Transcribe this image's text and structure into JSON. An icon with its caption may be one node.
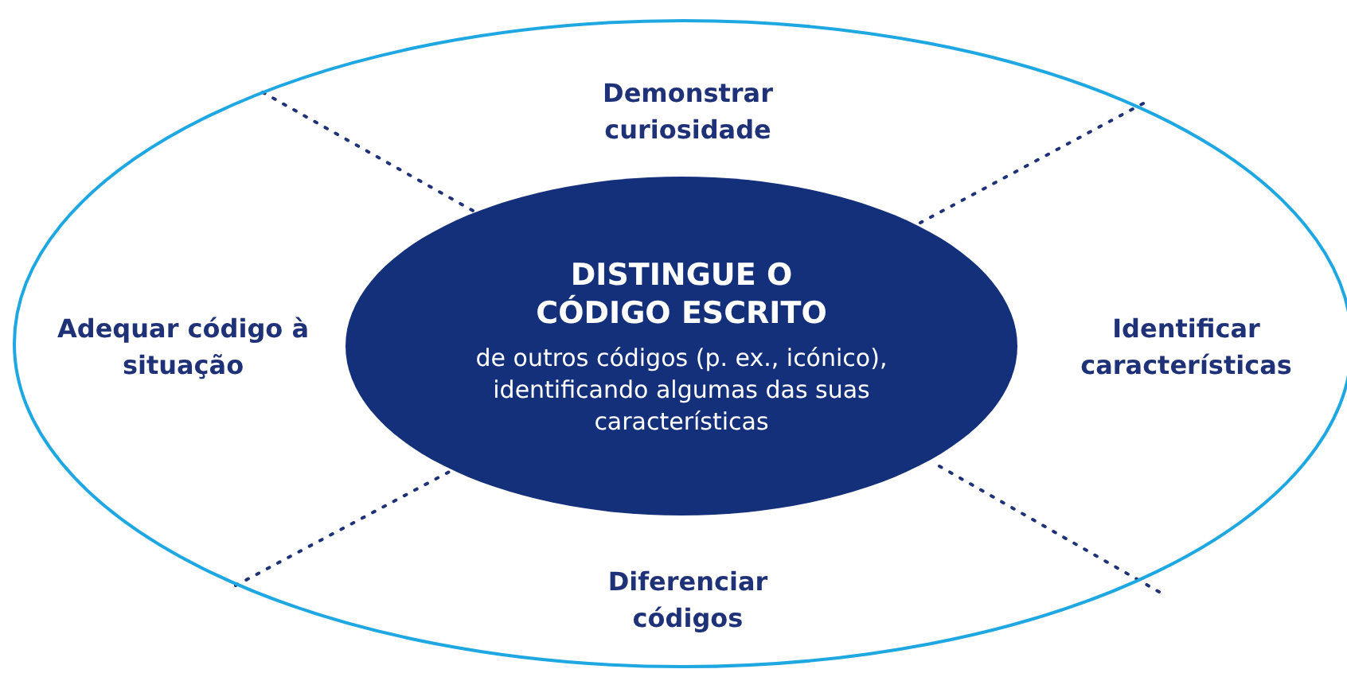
{
  "diagram": {
    "nodes": [
      {
        "text": [],
        "shape": "ellipse"
      },
      {
        "text": [
          "DISTINGUE O CÓDIGO ESCRITO",
          "de outros códigos (p. ex., icónico), identificando algumas das suas características"
        ],
        "in": 0
      }
    ],
    "labels": [
      "Demonstrar curiosidade",
      "Adequar código à situação",
      "Identificar características",
      "Diferenciar códigos"
    ]
  }
}
